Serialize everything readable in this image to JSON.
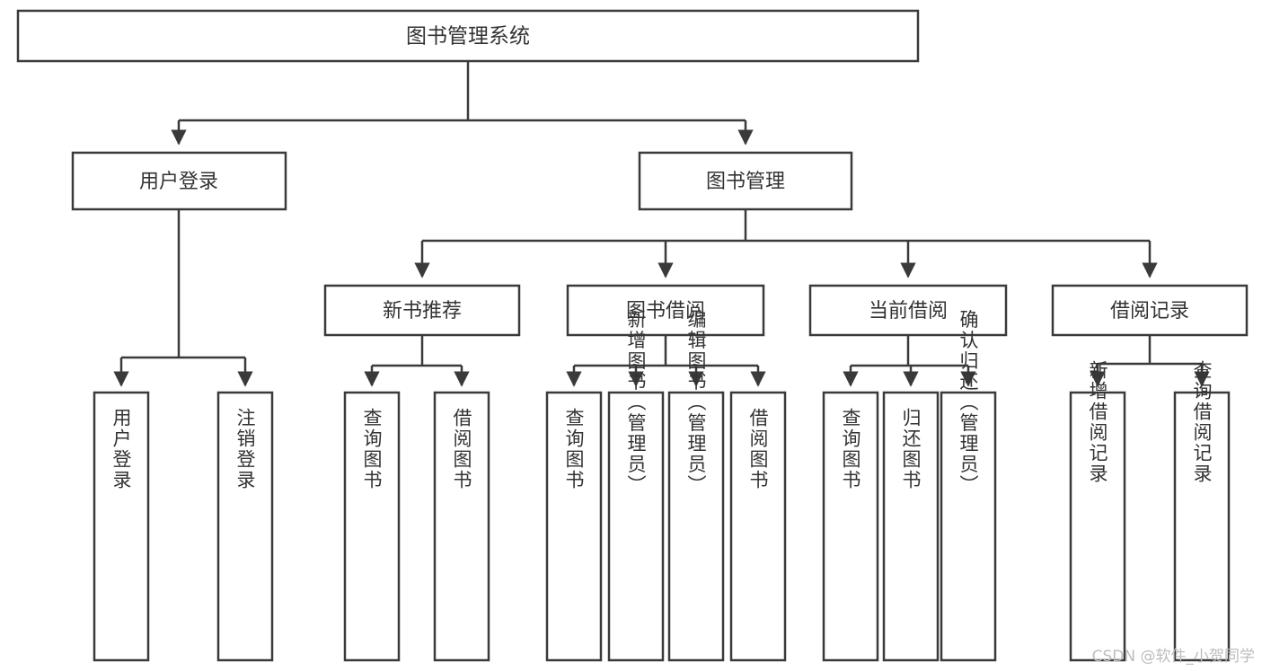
{
  "diagram": {
    "type": "tree-hierarchy",
    "title": "图书管理系统",
    "watermark": "CSDN @软件_小贺同学",
    "colors": {
      "stroke": "#3a3a3a",
      "fill": "#ffffff",
      "text": "#333333",
      "watermark": "#bdbdbd"
    },
    "root": {
      "label": "图书管理系统"
    },
    "level2": [
      {
        "label": "用户登录"
      },
      {
        "label": "图书管理"
      }
    ],
    "level3": [
      {
        "label": "新书推荐"
      },
      {
        "label": "图书借阅"
      },
      {
        "label": "当前借阅"
      },
      {
        "label": "借阅记录"
      }
    ],
    "leaves": {
      "user_login": [
        {
          "label": "用户登录"
        },
        {
          "label": "注销登录"
        }
      ],
      "new_book_recommend": [
        {
          "label": "查询图书"
        },
        {
          "label": "借阅图书"
        }
      ],
      "book_borrow": [
        {
          "label": "查询图书"
        },
        {
          "label": "新增图书（管理员）"
        },
        {
          "label": "编辑图书（管理员）"
        },
        {
          "label": "借阅图书"
        }
      ],
      "current_borrow": [
        {
          "label": "查询图书"
        },
        {
          "label": "归还图书"
        },
        {
          "label": "确认归还（管理员）"
        }
      ],
      "borrow_record": [
        {
          "label": "新增借阅记录"
        },
        {
          "label": "查询借阅记录"
        }
      ]
    }
  }
}
